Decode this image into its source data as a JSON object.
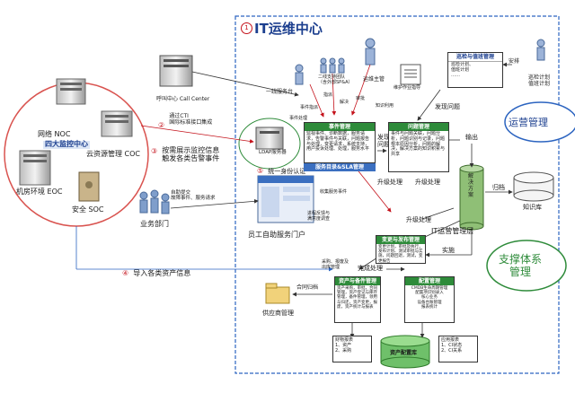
{
  "itops_title": "IT运维中心",
  "circle_labels": {
    "monitor": "四大监控中心",
    "network": "网络 NOC",
    "cloud": "云资源管理 COC",
    "room": "机房环境 EOC",
    "security": "安全 SOC"
  },
  "callcenter": {
    "label": "呼叫中心 Call Center",
    "note_num": "②",
    "note": "通过CTI\n国际标准接口集成"
  },
  "step3": {
    "num": "③",
    "text": "按需展示监控信息\n触发各类告警事件"
  },
  "step4": {
    "num": "④",
    "text": "导入各类资产信息"
  },
  "step5": {
    "num": "⑤",
    "text": "统一身份认证"
  },
  "business": {
    "label": "业务部门",
    "submit": "自助提交\n故障事件、服务请求"
  },
  "portal": {
    "label": "员工自助服务门户",
    "collect": "收集服务事件",
    "feedback": "进程反馈与\n满意度调查"
  },
  "ldap": "LDAP服务器",
  "top_roles": {
    "first_line": "一线服务台",
    "second_line": "二线支持团队\n（含外部SP&A）",
    "ops_manager": "运维主管",
    "maintain": "维护作业指导",
    "event_assign": "事件指派",
    "assign": "指派",
    "solve": "解决",
    "approve": "审批",
    "knowledge_use": "知识利用",
    "instant_handle": "事件处理"
  },
  "event_mgmt": {
    "title": "事件管理",
    "body": "监视事件、诊断数据，服务请求，告警事件与关联，问题报告与处理，变更请求，系统支持，用户投诉处理、处理，服务水平",
    "sla": "服务目录&SLA管理"
  },
  "upgrade": {
    "escalate1": "升级处理",
    "escalate2": "升级处理",
    "escalate3": "升级处理",
    "problem_flag": "发现\n问题",
    "find_issue": "发现问题"
  },
  "problem_mgmt": {
    "title": "问题管理",
    "body": "事件与问题关联，问题分析，问题识别与记录，问题根本原因分析，问题的解决，解决方案的知识积累与共享"
  },
  "inspection": {
    "title": "巡检与值班管理",
    "body": "巡检计划、\n值班计划\n……",
    "arrange": "安排",
    "plan": "巡检计划\n值班计划"
  },
  "solution": {
    "label": "解决方案",
    "output": "输出",
    "archive": "归档",
    "kb": "知识库"
  },
  "ops_mgmt": "运营管理",
  "support_sys": "支撑体系\n管理",
  "layer_label": "IT运营管理层",
  "implement": "实施",
  "change_mgmt": {
    "title": "变更与发布管理",
    "body": "变更计划，审批及执行，发布计划、测试审批与实施，问题回退，测试，变更报告"
  },
  "complete": "完成处理",
  "purchase": "采购、报废及\n出库管理",
  "asset_mgmt": {
    "title": "资产与备件管理",
    "body": "资产采购，审批，合同管理，资产登记与库存管理，备件管理，领用与归还，资产变更，报废，资产统计与报表"
  },
  "config_mgmt": {
    "title": "配置管理",
    "body": "CMDB生命周期管理\n配置项识别录入\n核心业务\n设备台账管理\n报表统计"
  },
  "contract_archive": "合同归档",
  "supplier": "供应商管理",
  "bottom": {
    "asset_report": "财物报表\n1、资产\n2、采购",
    "asset_db": "资产配置库",
    "app_report": "应用报表\n1、CI状态\n2、CI关系"
  },
  "colors": {
    "blue_border": "#2c64c0",
    "red": "#c4121b",
    "green": "#2e8b3a",
    "ops_circle": "#2c64c0"
  }
}
